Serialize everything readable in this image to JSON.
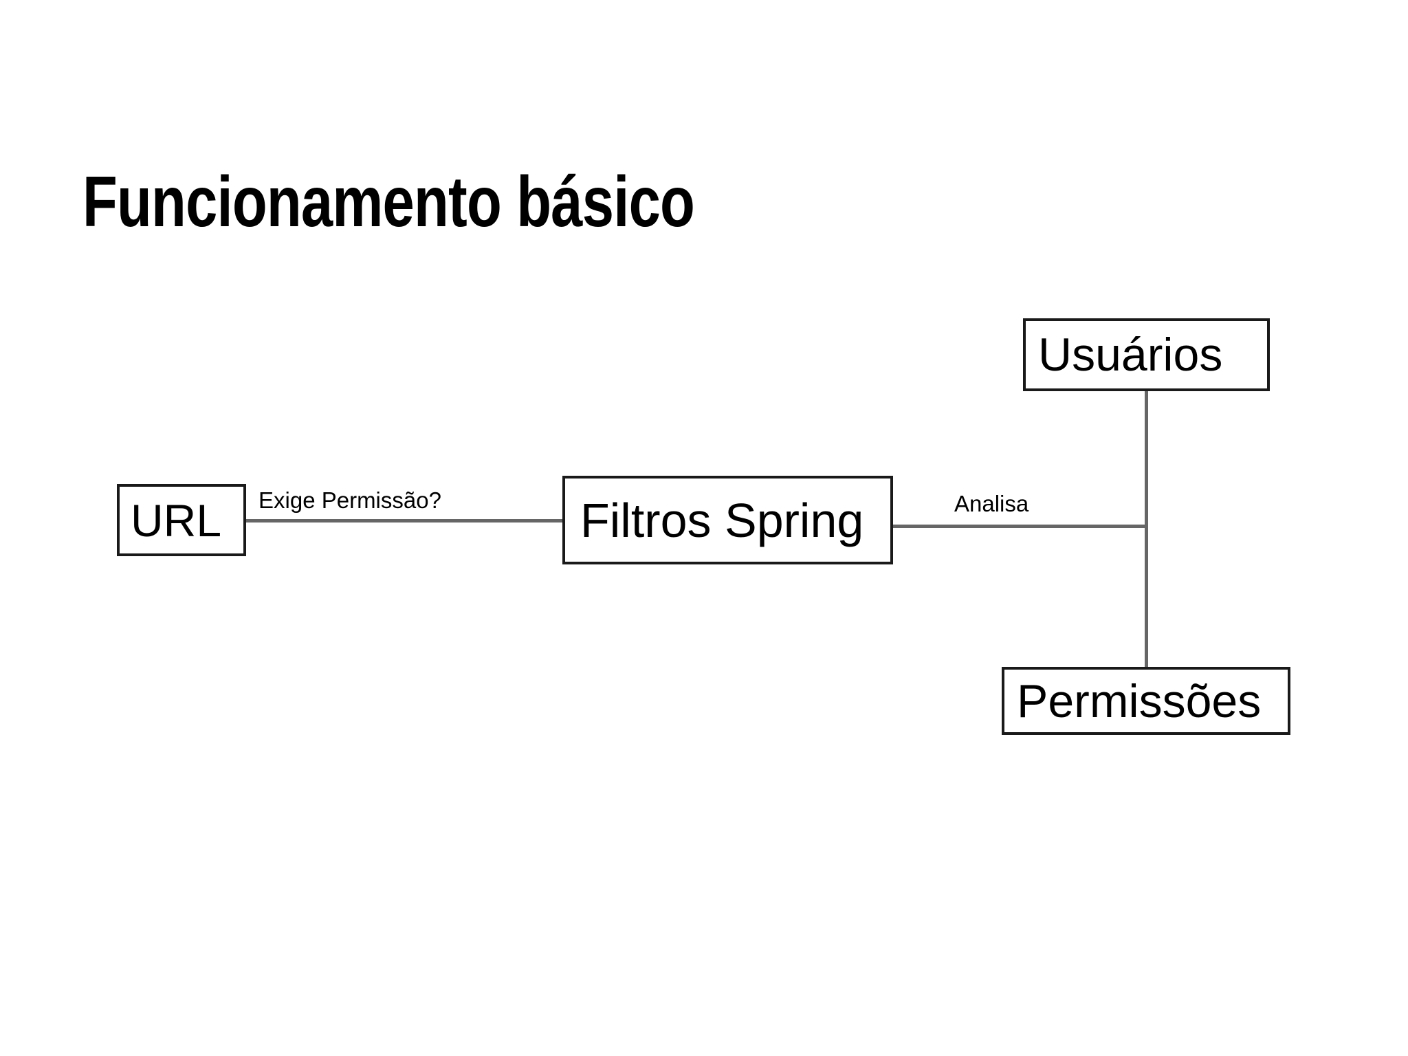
{
  "slide": {
    "title": "Funcionamento básico",
    "background_color": "#ffffff",
    "text_color": "#000000"
  },
  "diagram": {
    "type": "flow-diagram",
    "node_border_color": "#1a1a1a",
    "connector_color": "#666666",
    "nodes": [
      {
        "id": "url",
        "label": "URL"
      },
      {
        "id": "filtros",
        "label": "Filtros Spring"
      },
      {
        "id": "usuarios",
        "label": "Usuários"
      },
      {
        "id": "permissoes",
        "label": "Permissões"
      }
    ],
    "edges": [
      {
        "id": "url-filtros",
        "from": "url",
        "to": "filtros",
        "label": "Exige Permissão?"
      },
      {
        "id": "filtros-usuarios",
        "from": "filtros",
        "to": "usuarios",
        "label": "Analisa"
      },
      {
        "id": "filtros-permissoes",
        "from": "filtros",
        "to": "permissoes",
        "label": ""
      }
    ]
  }
}
